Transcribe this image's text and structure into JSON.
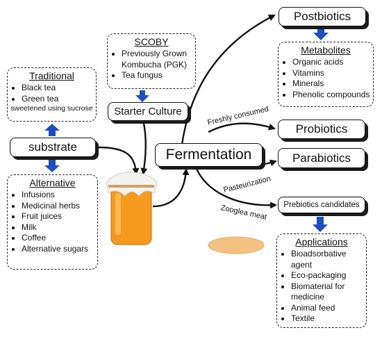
{
  "postbiotics": "Postbiotics",
  "metabolites": {
    "title": "Metabolites",
    "items": [
      "Organic acids",
      "Vitamins",
      "Minerals",
      "Phenolic compounds"
    ]
  },
  "probiotics": "Probiotics",
  "parabiotics": "Parabiotics",
  "prebiotics": "Prebiotics candidates",
  "applications": {
    "title": "Applications",
    "items": [
      "Bioadsorbative agent",
      "Eco-packaging",
      "Biomaterial for medicine",
      "Animal feed",
      "Textile"
    ]
  },
  "scoby": {
    "title": "SCOBY",
    "items": [
      "Previously Grown Kombucha (PGK)",
      "Tea fungus"
    ]
  },
  "starter": "Starter Culture",
  "traditional": {
    "title": "Traditional",
    "items": [
      "Black tea",
      "Green tea"
    ],
    "note": "sweetened using sucrose"
  },
  "substrate": "substrate",
  "alternative": {
    "title": "Alternative",
    "items": [
      "Infusions",
      "Medicinal herbs",
      "Fruit juices",
      "Milk",
      "Coffee",
      "Alternative sugars"
    ]
  },
  "fermentation": "Fermentation",
  "edge_labels": {
    "fresh": "Freshly consumed",
    "past": "Pasteurization",
    "zoo": "Zooglea meat"
  },
  "colors": {
    "arrow_blue": "#1f4fbf",
    "jar_orange": "#f59a1e",
    "disc": "#f3c283"
  }
}
